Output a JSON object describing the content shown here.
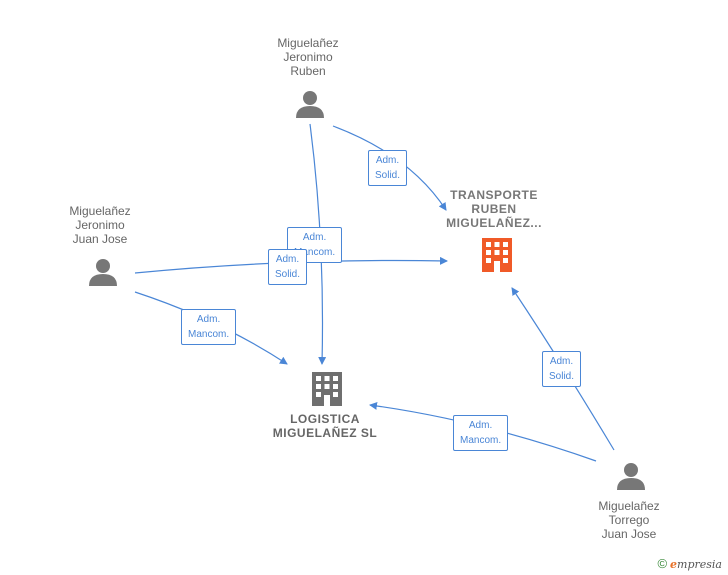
{
  "nodes": {
    "person_ruben": {
      "lines": [
        "Miguelañez",
        "Jeronimo",
        "Ruben"
      ]
    },
    "person_juan_jose": {
      "lines": [
        "Miguelañez",
        "Jeronimo",
        "Juan Jose"
      ]
    },
    "person_torrego": {
      "lines": [
        "Miguelañez",
        "Torrego",
        "Juan Jose"
      ]
    },
    "company_transporte": {
      "lines": [
        "TRANSPORTE",
        "RUBEN",
        "MIGUELAÑEZ..."
      ],
      "color": "#f05a28"
    },
    "company_logistica": {
      "lines": [
        "LOGISTICA",
        "MIGUELAÑEZ SL"
      ],
      "color": "#666666"
    }
  },
  "edges": [
    {
      "from": "person_ruben",
      "to": "company_transporte",
      "label": [
        "Adm.",
        "Solid."
      ]
    },
    {
      "from": "person_ruben",
      "to": "company_logistica",
      "label": [
        "Adm.",
        "Mancom."
      ]
    },
    {
      "from": "person_juan_jose",
      "to": "company_transporte",
      "label": [
        "Adm.",
        "Solid."
      ]
    },
    {
      "from": "person_juan_jose",
      "to": "company_logistica",
      "label": [
        "Adm.",
        "Mancom."
      ]
    },
    {
      "from": "person_torrego",
      "to": "company_transporte",
      "label": [
        "Adm.",
        "Solid."
      ]
    },
    {
      "from": "person_torrego",
      "to": "company_logistica",
      "label": [
        "Adm.",
        "Mancom."
      ]
    }
  ],
  "colors": {
    "edge": "#4a86d6",
    "person_icon": "#777777"
  },
  "footer": {
    "copyright": "©",
    "brand_initial": "e",
    "brand_rest": "mpresia"
  }
}
